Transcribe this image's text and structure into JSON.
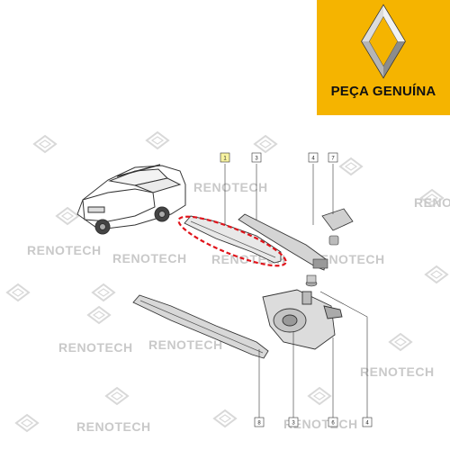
{
  "brand": {
    "caption": "PEÇA GENUÍNA",
    "accent_color": "#f5b400",
    "logo": "renault-diamond-logo"
  },
  "watermark": {
    "text": "RENOTECH",
    "color": "#c9c9c9"
  },
  "highlight_color": "#e0141b",
  "callouts": [
    {
      "id": "callout-1",
      "label": "1"
    },
    {
      "id": "callout-3",
      "label": "3"
    },
    {
      "id": "callout-4-top",
      "label": "4"
    },
    {
      "id": "callout-7",
      "label": "7"
    },
    {
      "id": "callout-8",
      "label": "8"
    },
    {
      "id": "callout-3-bottom",
      "label": "3"
    },
    {
      "id": "callout-6",
      "label": "6"
    },
    {
      "id": "callout-4-bottom",
      "label": "4"
    }
  ]
}
